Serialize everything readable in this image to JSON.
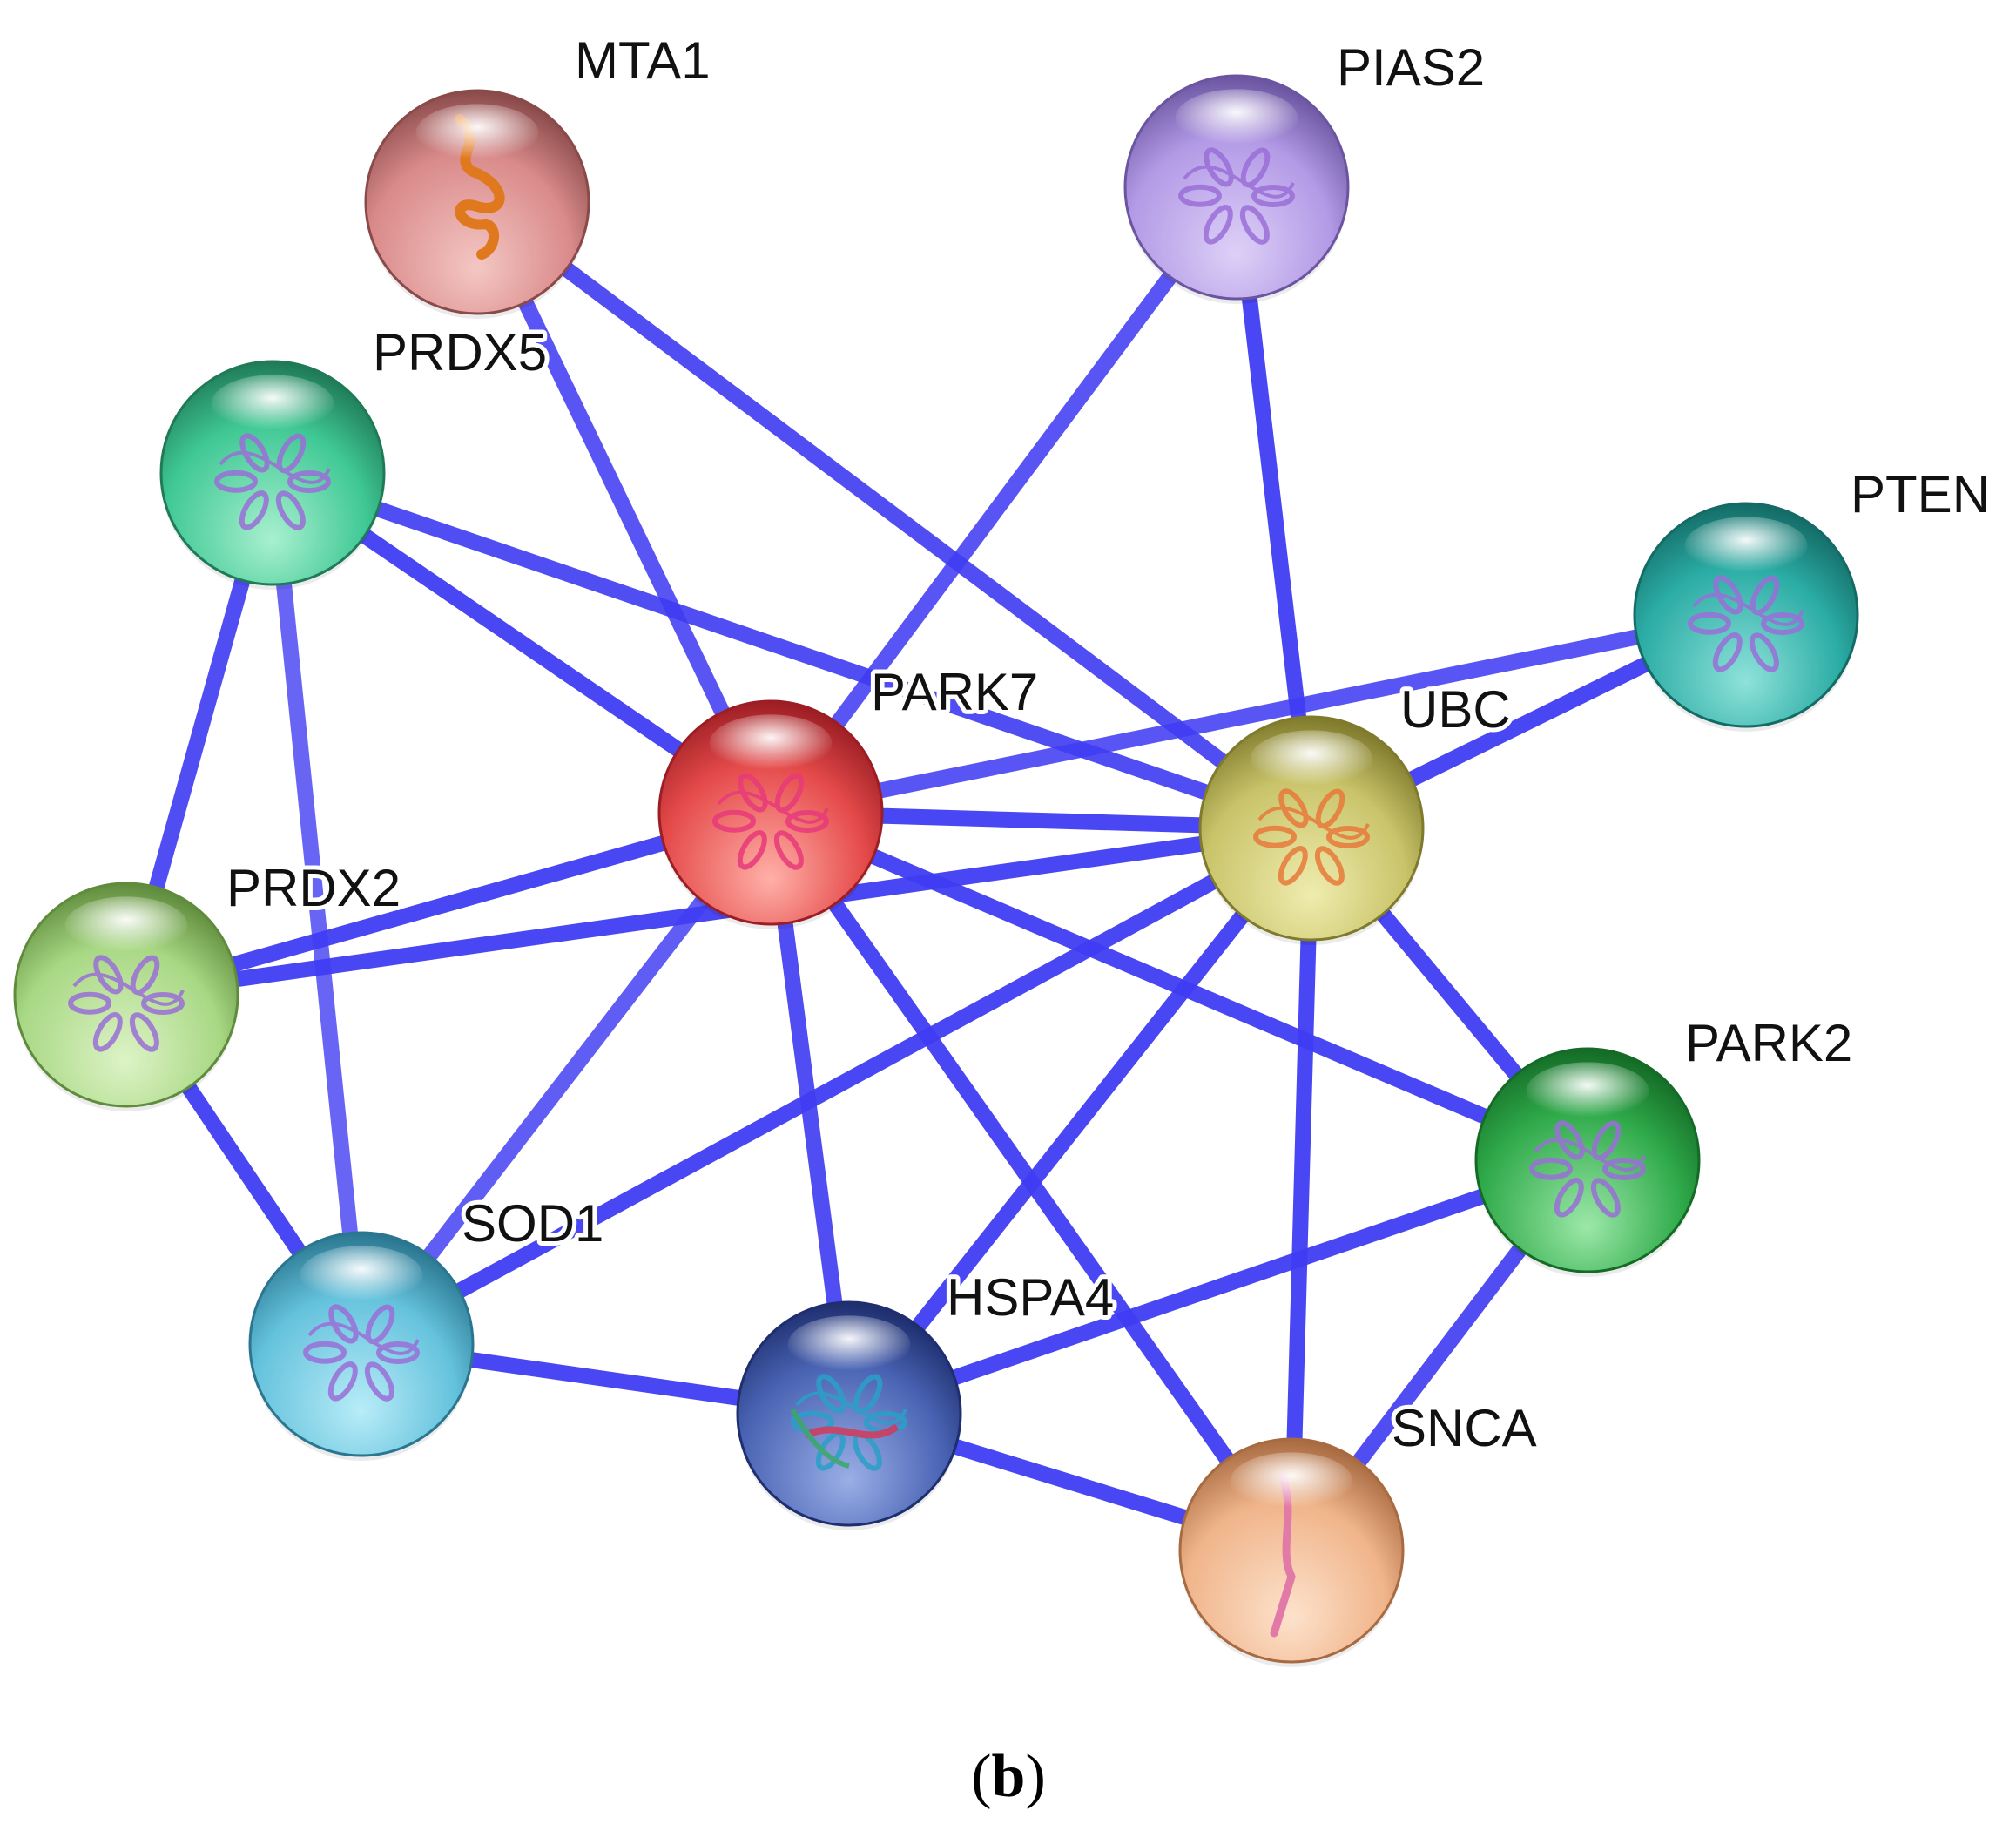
{
  "caption": {
    "open": "(",
    "letter": "b",
    "close": ")"
  },
  "edge_color": "#3f3cf2",
  "nodes": [
    {
      "id": "MTA1",
      "label": "MTA1",
      "color": "#d98a8a",
      "light": "#f4c7c3",
      "dark": "#8a4a4a",
      "structure": "orange-helix"
    },
    {
      "id": "PIAS2",
      "label": "PIAS2",
      "color": "#b39ae6",
      "light": "#ddd0f7",
      "dark": "#6b55a0",
      "structure": "purple-fold"
    },
    {
      "id": "PRDX5",
      "label": "PRDX5",
      "color": "#3fc894",
      "light": "#a8f0cf",
      "dark": "#1f7a58",
      "structure": "purple-fold"
    },
    {
      "id": "PTEN",
      "label": "PTEN",
      "color": "#2aaca4",
      "light": "#8ee2da",
      "dark": "#146b66",
      "structure": "purple-fold"
    },
    {
      "id": "PARK7",
      "label": "PARK7",
      "color": "#e54a4a",
      "light": "#ffb0a8",
      "dark": "#9c1e24",
      "structure": "pink-fold"
    },
    {
      "id": "UBC",
      "label": "UBC",
      "color": "#c9c46a",
      "light": "#efecae",
      "dark": "#7f7a2c",
      "structure": "orange-fold"
    },
    {
      "id": "PRDX2",
      "label": "PRDX2",
      "color": "#a8d884",
      "light": "#ddf3c6",
      "dark": "#5f8c3c",
      "structure": "purple-fold"
    },
    {
      "id": "PARK2",
      "label": "PARK2",
      "color": "#2faa4a",
      "light": "#9ce8a8",
      "dark": "#146b26",
      "structure": "purple-fold"
    },
    {
      "id": "SOD1",
      "label": "SOD1",
      "color": "#64c2dc",
      "light": "#b8ecf8",
      "dark": "#2a7690",
      "structure": "purple-fold"
    },
    {
      "id": "HSPA4",
      "label": "HSPA4",
      "color": "#4a64b4",
      "light": "#9aaee6",
      "dark": "#1e2e6e",
      "structure": "rainbow-fold"
    },
    {
      "id": "SNCA",
      "label": "SNCA",
      "color": "#f0b48a",
      "light": "#fde2cc",
      "dark": "#a86a40",
      "structure": "pink-helix"
    }
  ],
  "edges": [
    {
      "source": "MTA1",
      "target": "PARK7",
      "weight": 0.8
    },
    {
      "source": "MTA1",
      "target": "UBC",
      "weight": 0.9
    },
    {
      "source": "PIAS2",
      "target": "PARK7",
      "weight": 0.8
    },
    {
      "source": "PIAS2",
      "target": "UBC",
      "weight": 1.0
    },
    {
      "source": "PRDX5",
      "target": "PARK7",
      "weight": 1.0
    },
    {
      "source": "PRDX5",
      "target": "UBC",
      "weight": 0.9
    },
    {
      "source": "PRDX5",
      "target": "PRDX2",
      "weight": 0.9
    },
    {
      "source": "PRDX5",
      "target": "SOD1",
      "weight": 0.6
    },
    {
      "source": "PTEN",
      "target": "PARK7",
      "weight": 0.8
    },
    {
      "source": "PTEN",
      "target": "UBC",
      "weight": 1.0
    },
    {
      "source": "PARK7",
      "target": "UBC",
      "weight": 1.0
    },
    {
      "source": "PARK7",
      "target": "PRDX2",
      "weight": 1.0
    },
    {
      "source": "PARK7",
      "target": "SOD1",
      "weight": 0.7
    },
    {
      "source": "PARK7",
      "target": "HSPA4",
      "weight": 0.9
    },
    {
      "source": "PARK7",
      "target": "SNCA",
      "weight": 1.0
    },
    {
      "source": "PARK7",
      "target": "PARK2",
      "weight": 1.0
    },
    {
      "source": "UBC",
      "target": "PRDX2",
      "weight": 1.0
    },
    {
      "source": "UBC",
      "target": "SOD1",
      "weight": 1.0
    },
    {
      "source": "UBC",
      "target": "HSPA4",
      "weight": 1.0
    },
    {
      "source": "UBC",
      "target": "SNCA",
      "weight": 1.0
    },
    {
      "source": "UBC",
      "target": "PARK2",
      "weight": 1.0
    },
    {
      "source": "PRDX2",
      "target": "SOD1",
      "weight": 1.0
    },
    {
      "source": "SOD1",
      "target": "HSPA4",
      "weight": 1.0
    },
    {
      "source": "HSPA4",
      "target": "SNCA",
      "weight": 1.0
    },
    {
      "source": "HSPA4",
      "target": "PARK2",
      "weight": 1.0
    },
    {
      "source": "SNCA",
      "target": "PARK2",
      "weight": 0.9
    }
  ]
}
